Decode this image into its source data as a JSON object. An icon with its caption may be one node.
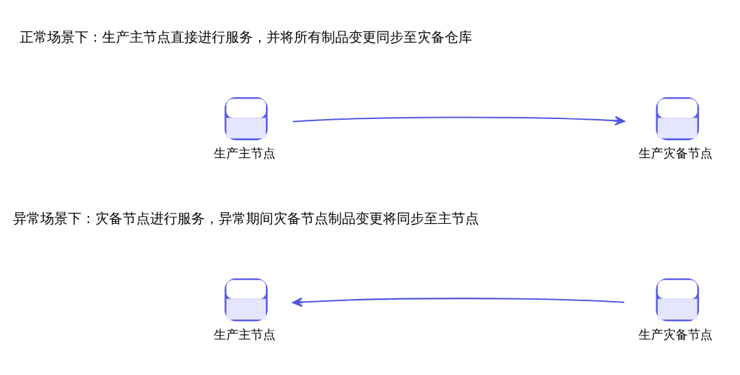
{
  "diagram": {
    "nodes": [
      {
        "text": [],
        "shape": "picture",
        "beside": [
          "生产主节点"
        ]
      },
      {
        "text": [],
        "shape": "picture",
        "beside": [
          "生产灾备节点"
        ]
      },
      {
        "text": [],
        "shape": "picture",
        "beside": [
          "生产主节点"
        ]
      },
      {
        "text": [],
        "shape": "picture",
        "beside": [
          "生产灾备节点"
        ]
      }
    ],
    "edges": [
      {
        "from": 0,
        "to": 1,
        "arrow": "to"
      },
      {
        "from": 3,
        "to": 2,
        "arrow": "to"
      }
    ],
    "labels": [
      "正常场景下：生产主节点直接进行服务，并将所有制品变更同步至灾备仓库",
      "异常场景下：灾备节点进行服务，异常期间灾备节点制品变更将同步至主节点"
    ]
  }
}
